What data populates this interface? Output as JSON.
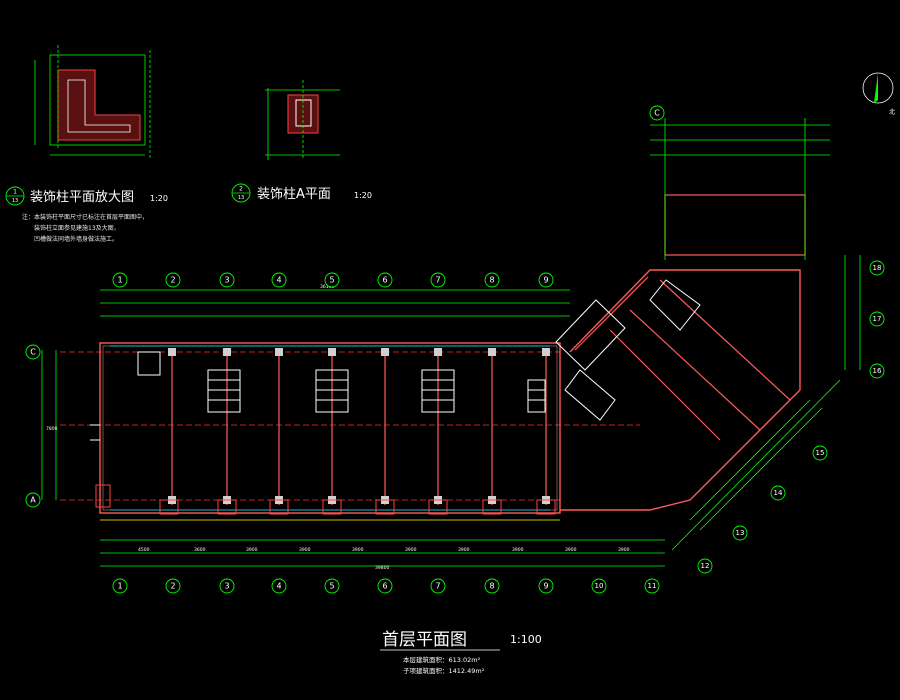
{
  "drawing": {
    "main_title": "首层平面图",
    "main_scale": "1:100",
    "area_note_1": "本层建筑面积：613.02m²",
    "area_note_2": "子项建筑面积：1412.49m²"
  },
  "details": [
    {
      "number": "1",
      "sheet": "13",
      "title": "装饰柱平面放大图",
      "scale": "1:20"
    },
    {
      "number": "2",
      "sheet": "13",
      "title": "装饰柱A平面",
      "scale": "1:20"
    }
  ],
  "notes": [
    "注：本装饰柱平面尺寸已标注在首层平面图中，",
    "装饰柱立面参见建施13及大图，",
    "凹槽做法同墙外墙身做法施工。"
  ],
  "north_label": "北",
  "axes": {
    "horizontal": [
      "1",
      "2",
      "3",
      "4",
      "5",
      "6",
      "7",
      "8",
      "9",
      "10",
      "11"
    ],
    "row_left": [
      "C",
      "A"
    ],
    "rotated": [
      "12",
      "13",
      "14",
      "15",
      "16",
      "17",
      "18"
    ],
    "top_letter": "C"
  },
  "dimensions": {
    "overall_top": "36160",
    "overall_bottom": "39800",
    "bays_bottom": [
      "4500",
      "3600",
      "3900",
      "3900",
      "3900",
      "3900",
      "3900",
      "3900",
      "3900",
      "3900"
    ],
    "left_vertical": [
      "7800"
    ]
  },
  "colors": {
    "background": "#000000",
    "axis": "#00ff00",
    "wall": "#ff5a5a",
    "text": "#ffffff",
    "window": "#00e0ff"
  }
}
